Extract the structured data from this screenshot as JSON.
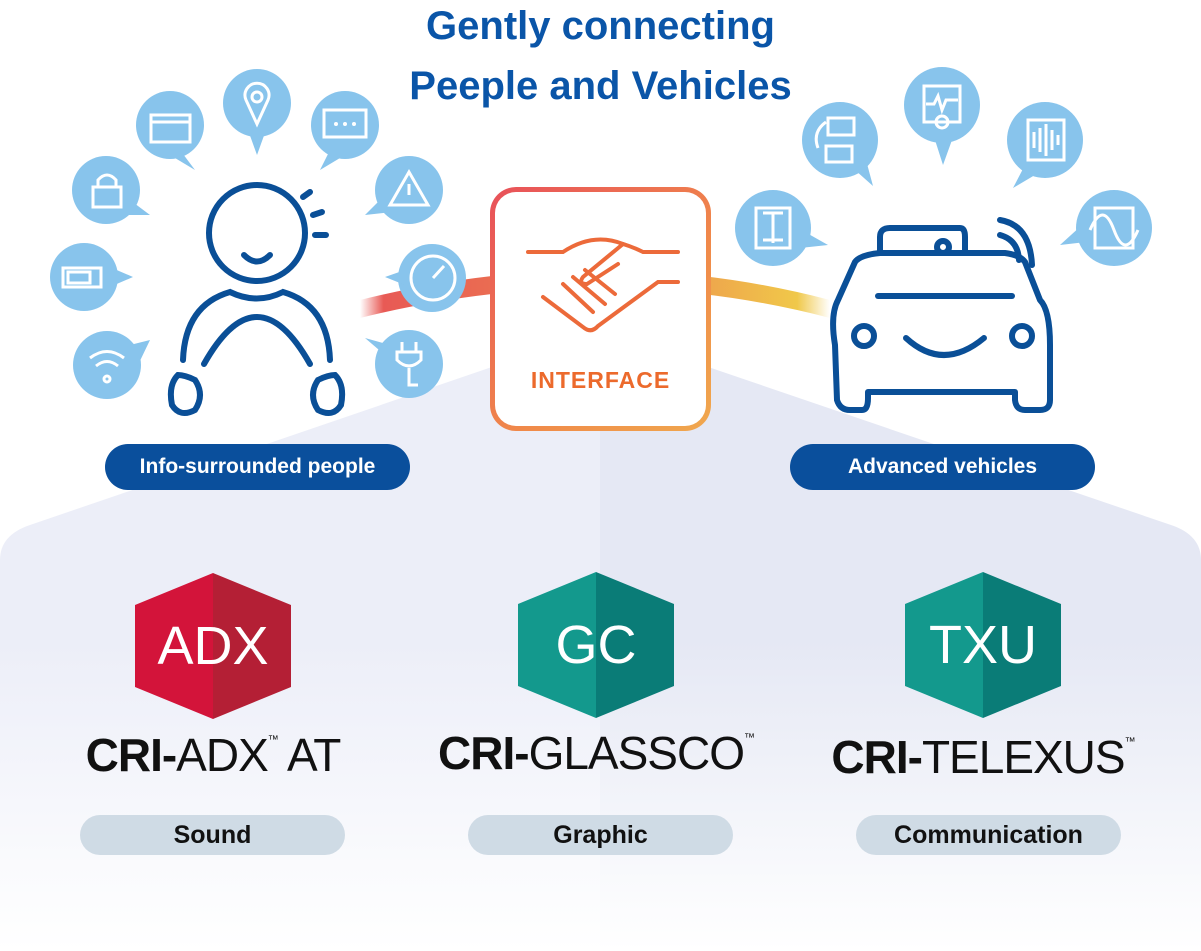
{
  "title": {
    "line1": "Gently connecting",
    "line2": "Peeple and Vehicles"
  },
  "center": {
    "label": "INTERFACE",
    "icon": "handshake-icon"
  },
  "people": {
    "label": "Info-surrounded people",
    "icons": [
      "wifi-icon",
      "battery-level-icon",
      "lock-icon",
      "car-battery-icon",
      "location-pin-icon",
      "chat-icon",
      "warning-icon",
      "speedometer-icon",
      "plug-icon"
    ]
  },
  "vehicles": {
    "label": "Advanced vehicles",
    "icons": [
      "chassis-icon",
      "monitor-sync-icon",
      "diagnostics-icon",
      "sound-wave-icon",
      "waveform-icon"
    ]
  },
  "products": [
    {
      "badge": "ADX",
      "prefix": "CRI-",
      "name": "ADX",
      "tm": "™",
      "suffix": " AT",
      "category": "Sound",
      "color": "#d3143a",
      "color_dark": "#b41f35"
    },
    {
      "badge": "GC",
      "prefix": "CRI-",
      "name": "GLASSCO",
      "tm": "™",
      "suffix": "",
      "category": "Graphic",
      "color": "#13998d",
      "color_dark": "#0a7c77"
    },
    {
      "badge": "TXU",
      "prefix": "CRI-",
      "name": "TELEXUS",
      "tm": "™",
      "suffix": "",
      "category": "Communication",
      "color": "#13998d",
      "color_dark": "#0a7c77"
    }
  ]
}
